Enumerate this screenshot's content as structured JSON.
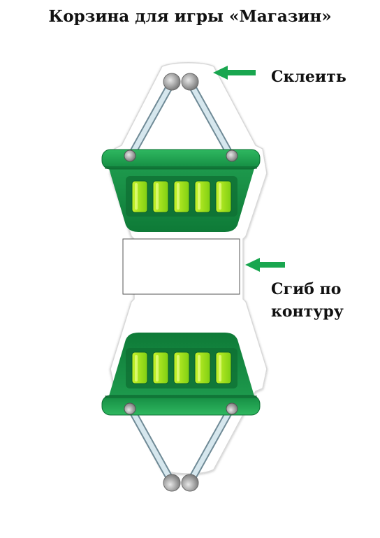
{
  "page": {
    "title": "Корзина для игры «Магазин»"
  },
  "labels": {
    "glue": "Склеить",
    "fold_line1": "Сгиб по",
    "fold_line2": "контуру"
  },
  "colors": {
    "basket_green": "#1f9a4e",
    "basket_dark": "#0f6b33",
    "slot_light": "#a6e61e",
    "handle": "#c9dde5",
    "arrow": "#19a64f"
  },
  "icons": {
    "basket_top": "shopping-basket-icon",
    "basket_bottom": "shopping-basket-icon-inverted",
    "arrow": "arrow-left-icon"
  }
}
